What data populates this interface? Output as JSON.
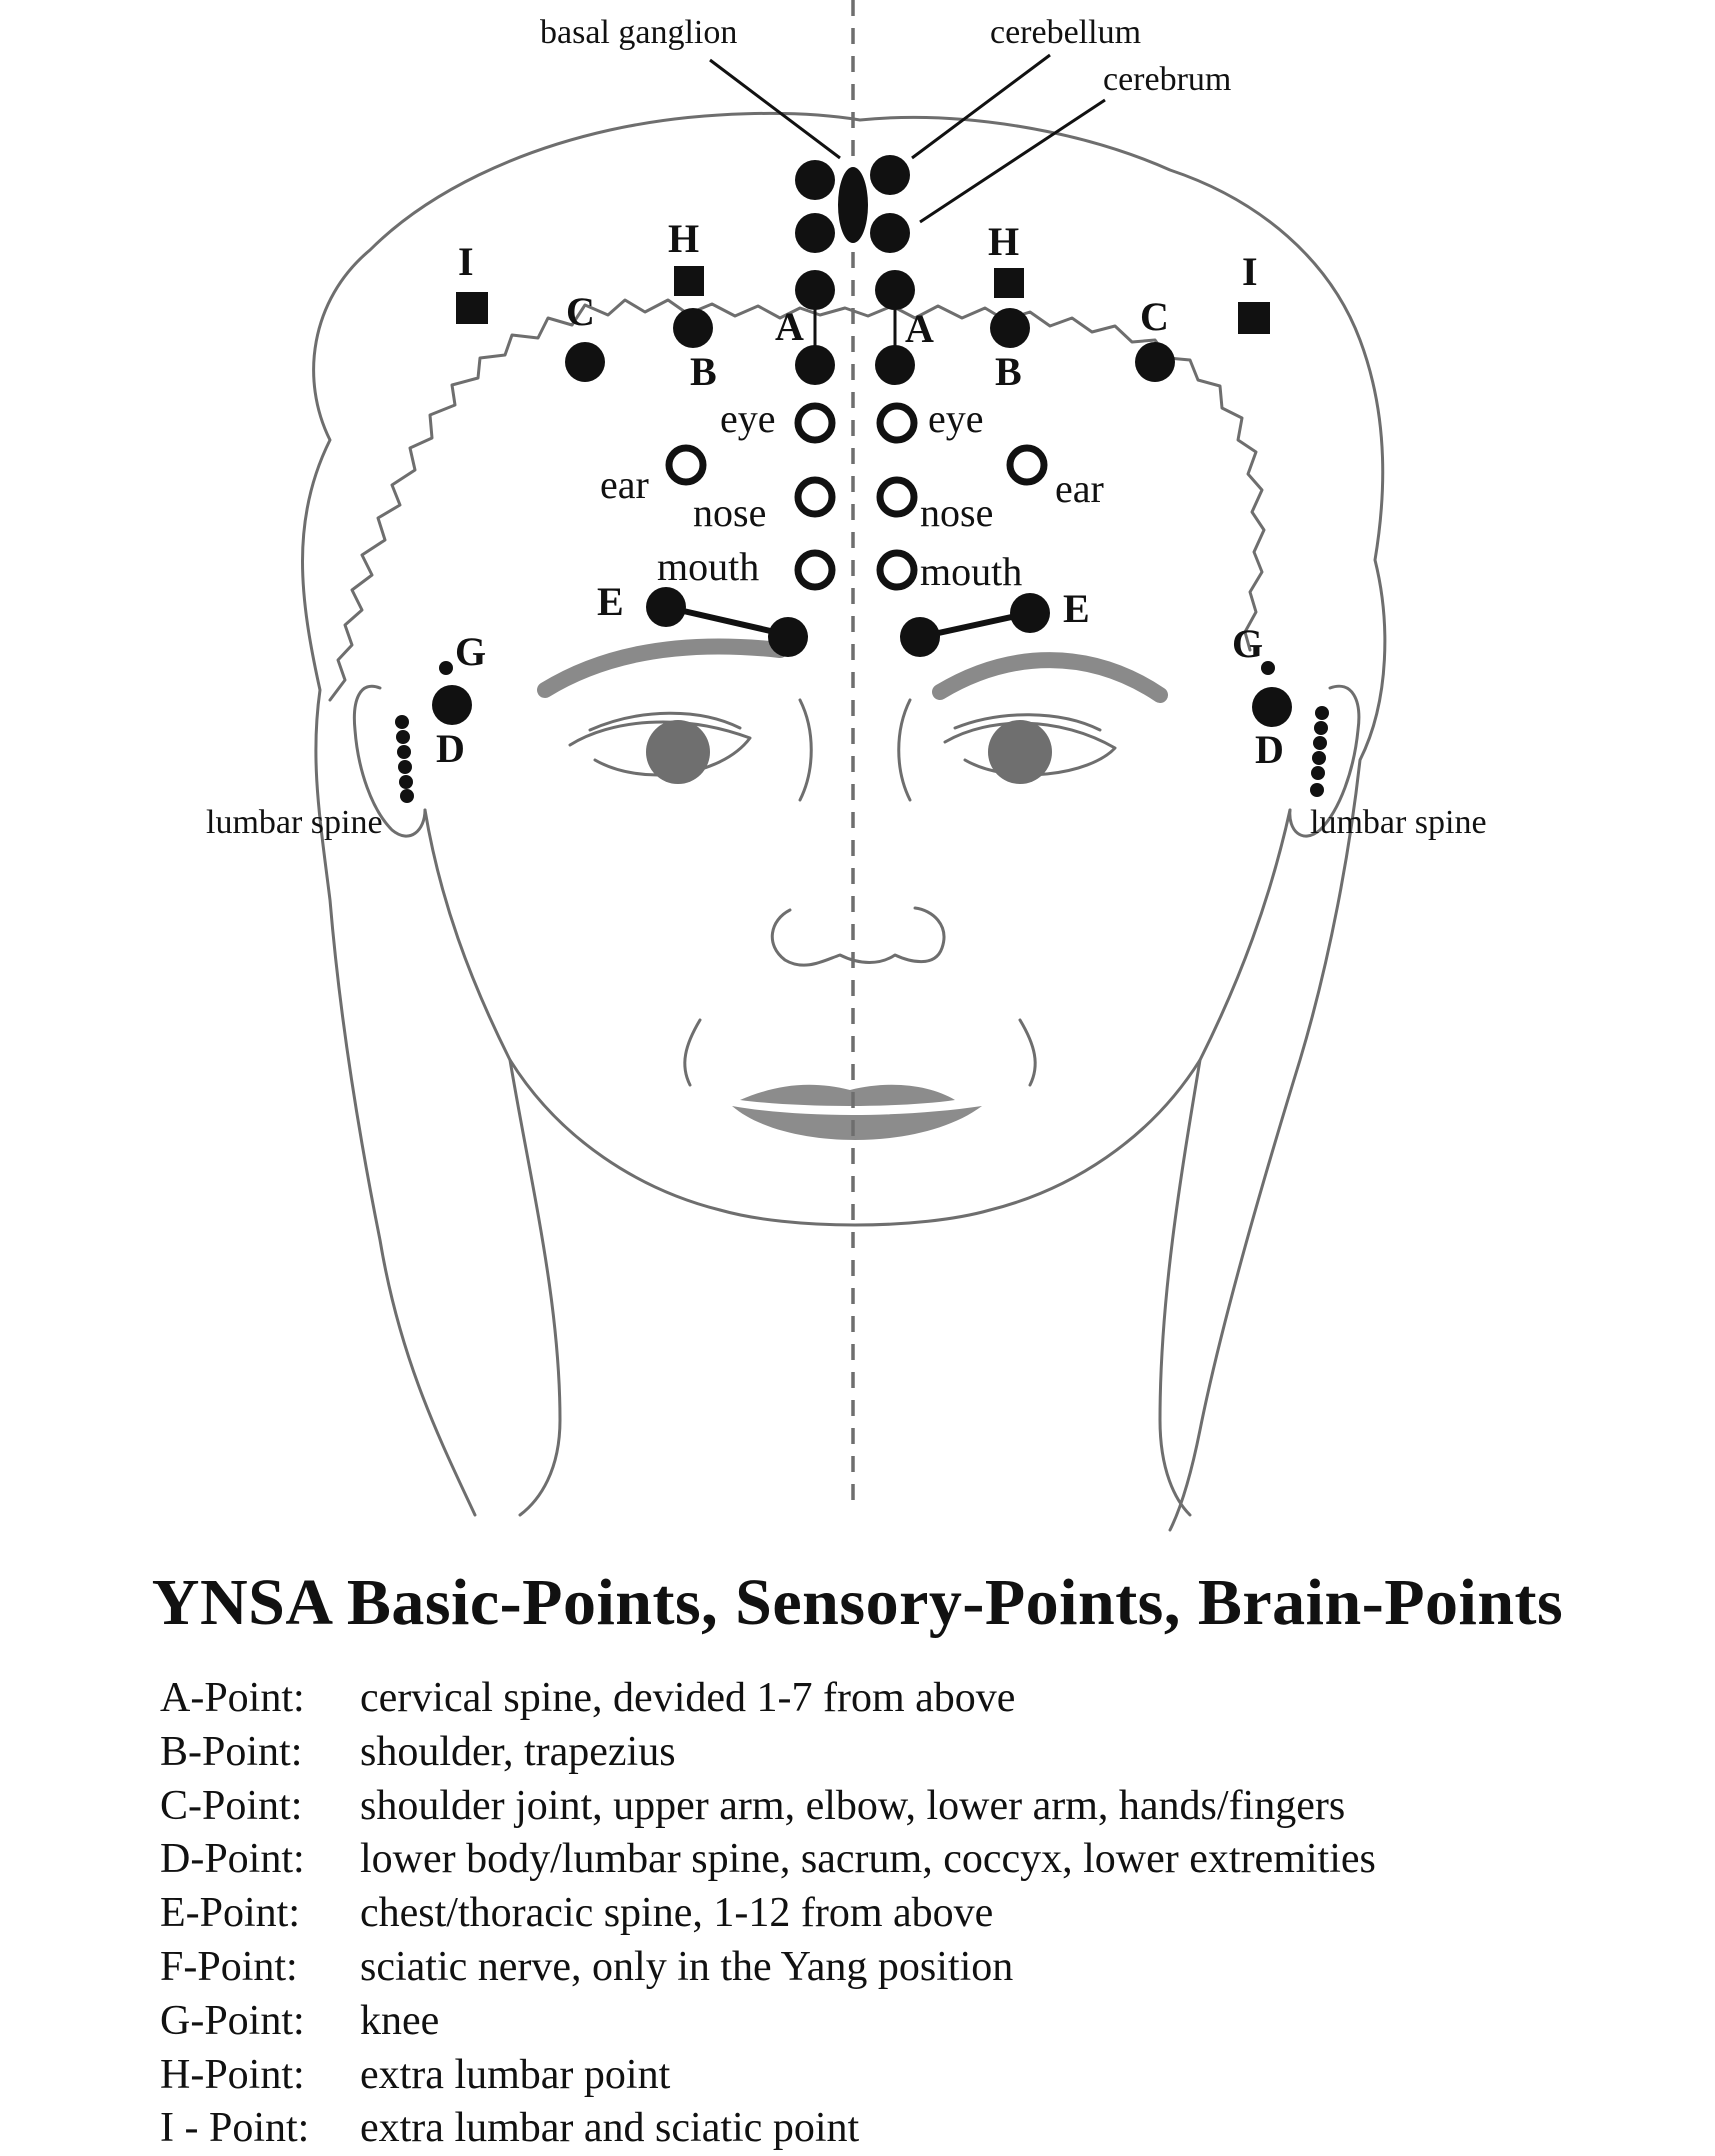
{
  "diagram": {
    "labels": {
      "basal_ganglion": "basal ganglion",
      "cerebellum": "cerebellum",
      "cerebrum": "cerebrum",
      "eye": "eye",
      "ear": "ear",
      "nose": "nose",
      "mouth": "mouth",
      "lumbar_spine": "lumbar spine",
      "A": "A",
      "B": "B",
      "C": "C",
      "D": "D",
      "E": "E",
      "G": "G",
      "H": "H",
      "I": "I"
    }
  },
  "title": "YNSA Basic-Points, Sensory-Points, Brain-Points",
  "legend": [
    {
      "key": "A-Point:",
      "text": "cervical spine, devided  1-7 from above"
    },
    {
      "key": "B-Point:",
      "text": "shoulder, trapezius"
    },
    {
      "key": "C-Point:",
      "text": "shoulder joint, upper arm, elbow, lower arm, hands/fingers"
    },
    {
      "key": "D-Point:",
      "text": "lower body/lumbar spine, sacrum, coccyx, lower extremities"
    },
    {
      "key": "E-Point:",
      "text": "chest/thoracic spine, 1-12 from above"
    },
    {
      "key": "F-Point:",
      "text": "sciatic nerve, only in the Yang position"
    },
    {
      "key": "G-Point:",
      "text": "knee"
    },
    {
      "key": "H-Point:",
      "text": "extra lumbar point"
    },
    {
      "key": "I - Point:",
      "text": "extra lumbar and sciatic point"
    }
  ]
}
